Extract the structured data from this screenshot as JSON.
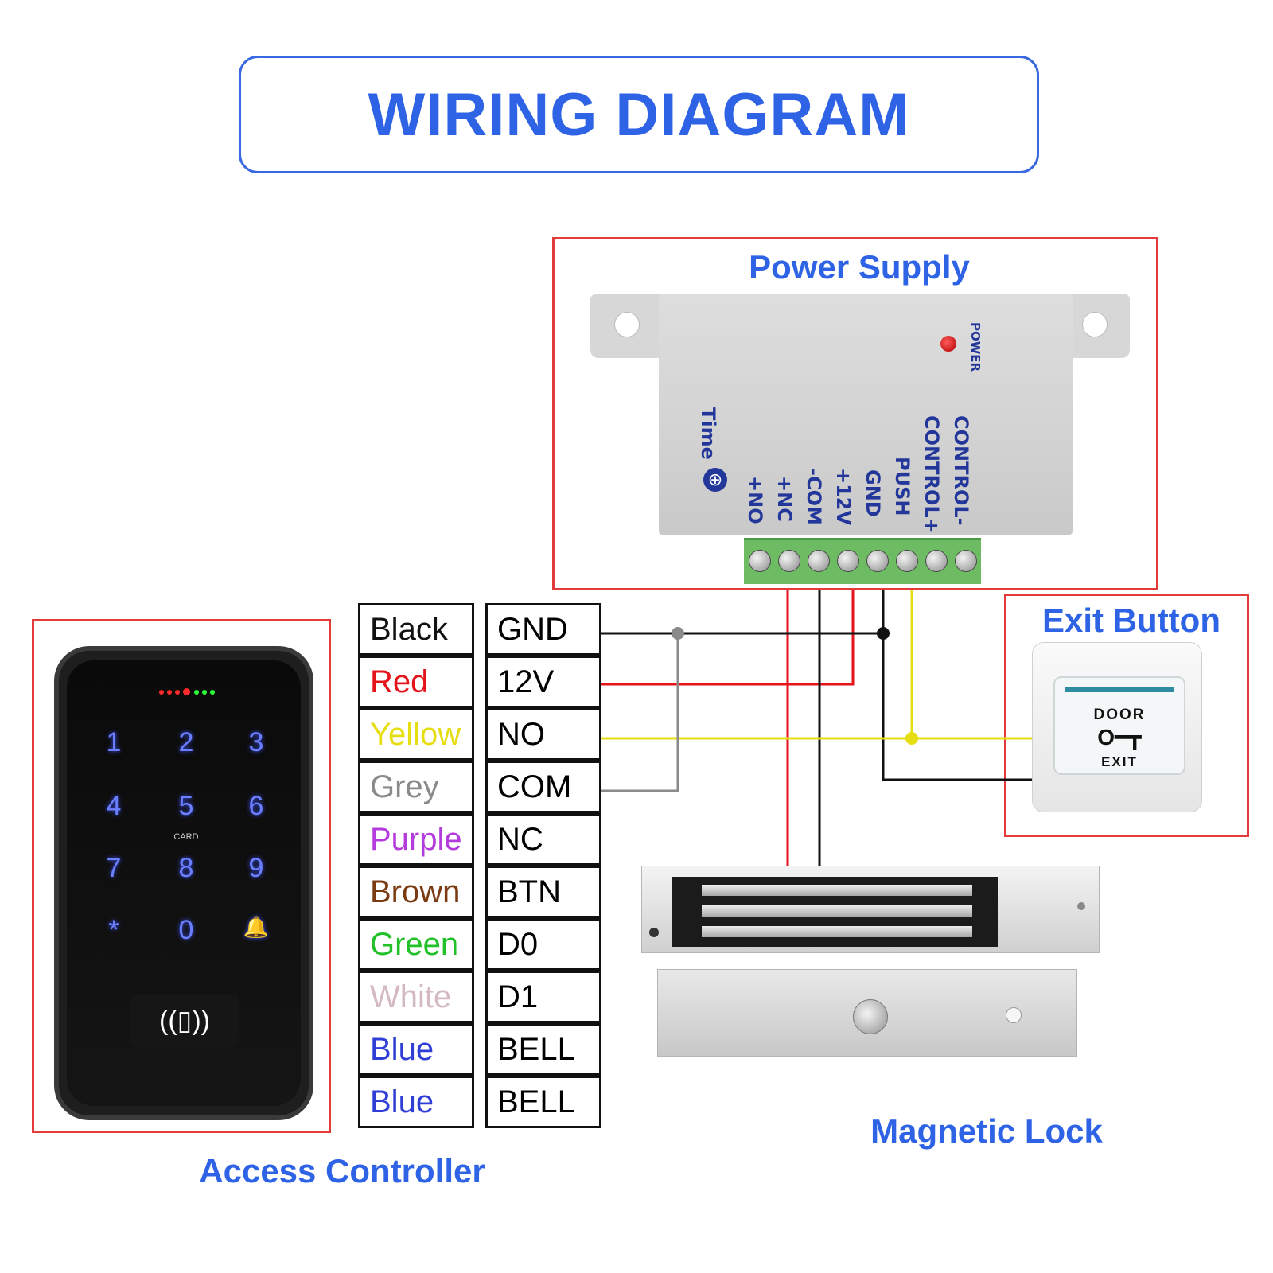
{
  "title": "WIRING DIAGRAM",
  "power_supply": {
    "label": "Power Supply",
    "led_label": "POWER",
    "time_label": "Time",
    "time_knob_glyph": "⊕",
    "terminals": [
      "+NO",
      "+NC",
      "-COM",
      "+12V",
      "GND",
      "PUSH",
      "CONTROL+",
      "CONTROL-"
    ]
  },
  "exit_button": {
    "label": "Exit Button",
    "door_text": "DOOR",
    "key_glyph": "O━┳",
    "exit_text": "EXIT"
  },
  "magnetic_lock": {
    "label": "Magnetic Lock"
  },
  "access_controller": {
    "label": "Access Controller",
    "keys": [
      "1",
      "2",
      "3",
      "4",
      "5",
      "6",
      "7",
      "8",
      "9",
      "*",
      "0",
      "🔔"
    ],
    "card_text": "CARD",
    "rfid_glyph": "((▯))"
  },
  "wire_table": {
    "colors": [
      {
        "name": "Black",
        "hex": "#111111"
      },
      {
        "name": "Red",
        "hex": "#e5141b"
      },
      {
        "name": "Yellow",
        "hex": "#e6dd12"
      },
      {
        "name": "Grey",
        "hex": "#8a8a8a"
      },
      {
        "name": "Purple",
        "hex": "#b43cdc"
      },
      {
        "name": "Brown",
        "hex": "#7b3b12"
      },
      {
        "name": "Green",
        "hex": "#22c12a"
      },
      {
        "name": "White",
        "hex": "#d4b9c2"
      },
      {
        "name": "Blue",
        "hex": "#2f3fd6"
      },
      {
        "name": "Blue",
        "hex": "#2f3fd6"
      }
    ],
    "functions": [
      "GND",
      "12V",
      "NO",
      "COM",
      "NC",
      "BTN",
      "D0",
      "D1",
      "BELL",
      "BELL"
    ]
  },
  "colors": {
    "accent_blue": "#2f63e6",
    "frame_red": "#e33a3a",
    "wire_black": "#111111",
    "wire_red": "#e5141b",
    "wire_yellow": "#e6dd12",
    "wire_grey": "#8a8a8a"
  }
}
